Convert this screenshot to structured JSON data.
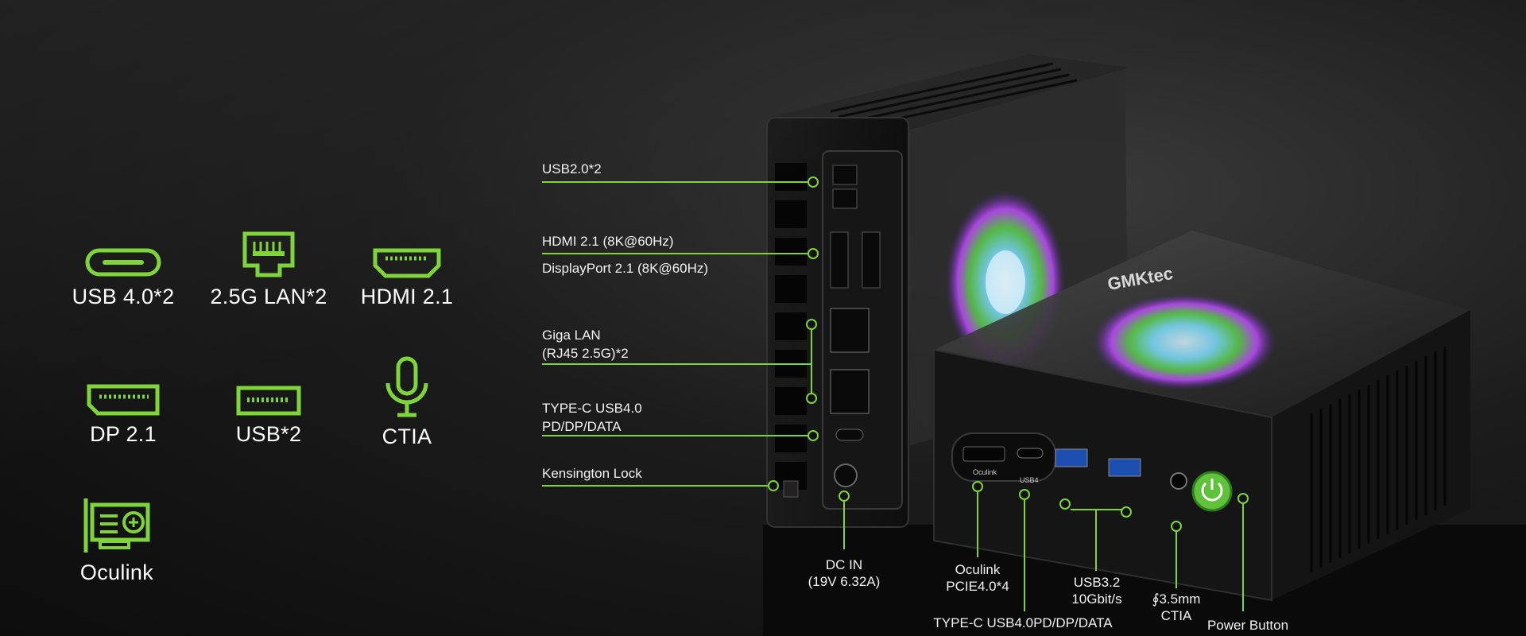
{
  "features": [
    {
      "label": "USB 4.0*2",
      "icon": "usb-c-icon"
    },
    {
      "label": "2.5G LAN*2",
      "icon": "ethernet-icon"
    },
    {
      "label": "HDMI 2.1",
      "icon": "hdmi-icon"
    },
    {
      "label": "DP 2.1",
      "icon": "displayport-icon"
    },
    {
      "label": "USB*2",
      "icon": "usb-a-icon"
    },
    {
      "label": "CTIA",
      "icon": "microphone-icon"
    },
    {
      "label": "Oculink",
      "icon": "oculink-card-icon"
    }
  ],
  "rear_callouts": {
    "usb2": "USB2.0*2",
    "hdmi": "HDMI 2.1 (8K@60Hz)",
    "dp": "DisplayPort 2.1 (8K@60Hz)",
    "lan_line1": "Giga LAN",
    "lan_line2": "(RJ45 2.5G)*2",
    "typec_line1": "TYPE-C USB4.0",
    "typec_line2": "PD/DP/DATA",
    "kensington": "Kensington Lock",
    "dcin_line1": "DC IN",
    "dcin_line2": "(19V 6.32A)"
  },
  "front_callouts": {
    "oculink_line1": "Oculink",
    "oculink_line2": "PCIE4.0*4",
    "typec": "TYPE-C USB4.0PD/DP/DATA",
    "usb32_line1": "USB3.2",
    "usb32_line2": "10Gbit/s",
    "audio_line1": "∮3.5mm",
    "audio_line2": "CTIA",
    "power": "Power Button"
  },
  "device": {
    "brand": "GMKtec",
    "port_oculink": "Oculink",
    "port_usb4": "USB4"
  },
  "colors": {
    "accent": "#7fd43a",
    "background": "#161616",
    "power_button": "#5fc23a"
  }
}
